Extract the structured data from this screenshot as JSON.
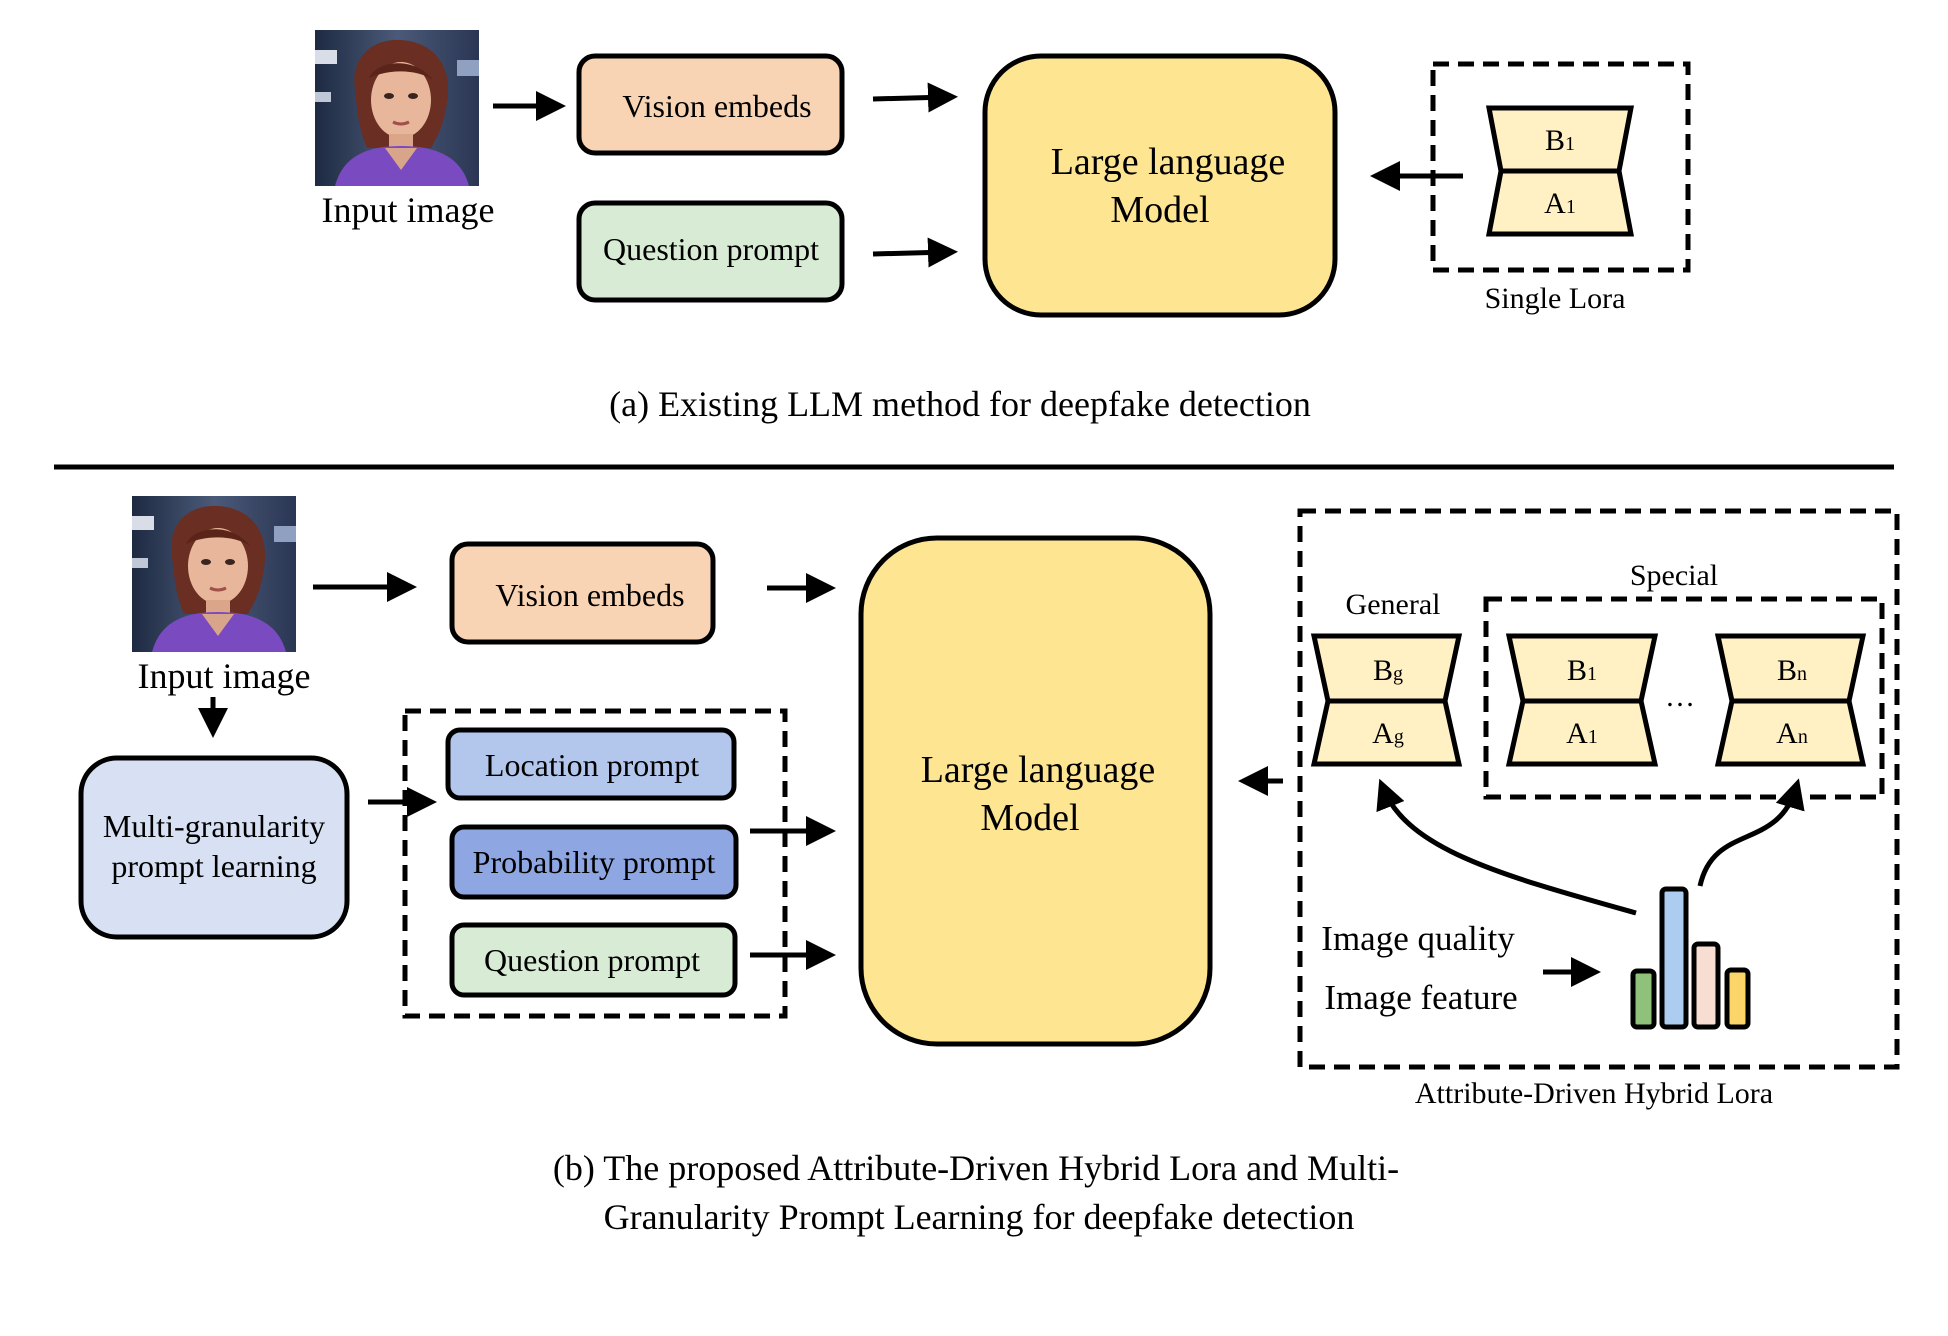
{
  "colors": {
    "vision": "#f9d4b4",
    "question": "#d8ebd4",
    "llm": "#fde592",
    "lora": "#fff1c4",
    "location": "#b3c6eb",
    "probability": "#8ea7e2",
    "multigran": "#d7e1f3",
    "bar_green": "#8fc17a",
    "bar_blue": "#acccf0",
    "bar_pink": "#f8ddd3",
    "bar_yellow": "#fbd568"
  },
  "icons": {
    "input_image_a": "portrait-photo",
    "input_image_b": "portrait-photo",
    "attribute_histogram": "bar-chart-icon"
  },
  "a": {
    "input_label": "Input image",
    "vision_label": "Vision embeds",
    "question_label": "Question prompt",
    "llm_line1": "Large language",
    "llm_line2": "Model",
    "lora_top": "B",
    "lora_top_sub": "1",
    "lora_bottom": "A",
    "lora_bottom_sub": "1",
    "lora_caption": "Single Lora",
    "caption": "(a) Existing LLM method for deepfake detection"
  },
  "b": {
    "input_label": "Input image",
    "vision_label": "Vision embeds",
    "multigran_line1": "Multi-granularity",
    "multigran_line2": "prompt learning",
    "location_label": "Location prompt",
    "probability_label": "Probability  prompt",
    "question_label": "Question prompt",
    "llm_line1": "Large language",
    "llm_line2": "Model",
    "general_label": "General",
    "special_label": "Special",
    "general_top": "B",
    "general_top_sub": "g",
    "general_bottom": "A",
    "general_bottom_sub": "g",
    "special1_top": "B",
    "special1_top_sub": "1",
    "special1_bottom": "A",
    "special1_bottom_sub": "1",
    "ellipsis": "…",
    "specialn_top": "B",
    "specialn_top_sub": "n",
    "specialn_bottom": "A",
    "specialn_bottom_sub": "n",
    "image_quality": "Image quality",
    "image_feature": "Image feature",
    "hybrid_caption": "Attribute-Driven Hybrid Lora",
    "caption_line1": "(b) The proposed  Attribute-Driven Hybrid Lora and Multi-",
    "caption_line2": "Granularity Prompt Learning for deepfake detection"
  }
}
